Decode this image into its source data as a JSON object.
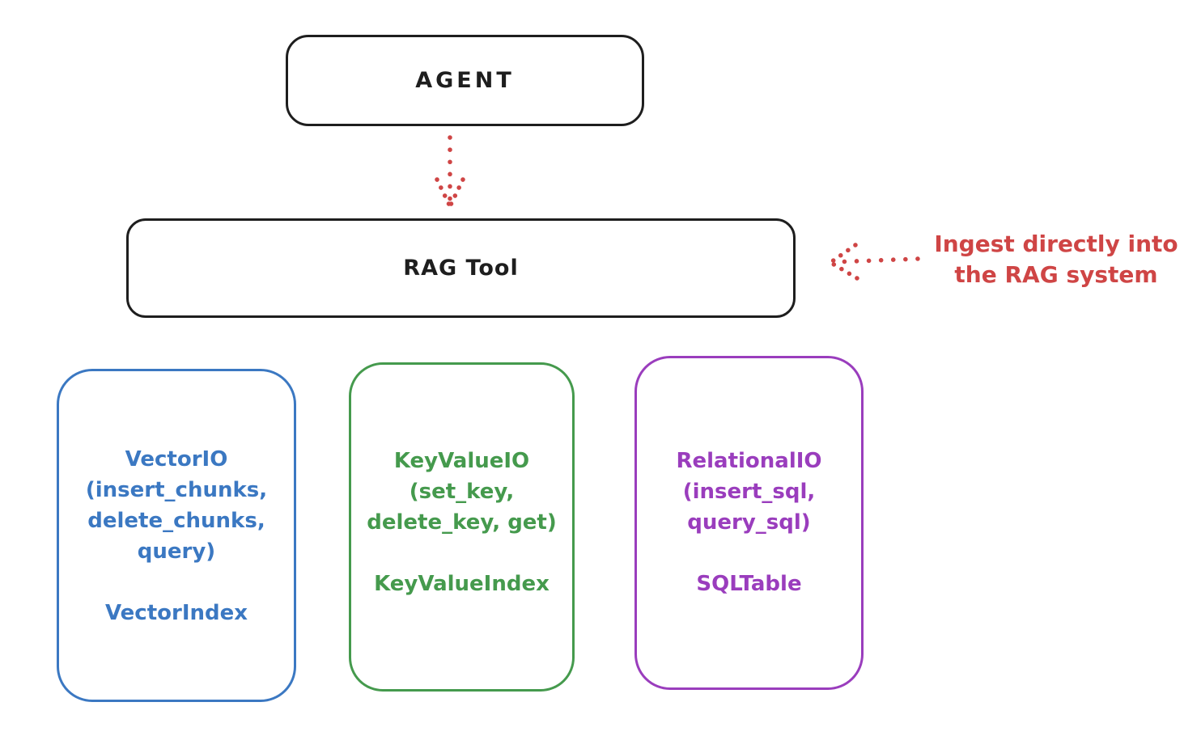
{
  "diagram": {
    "title_hint": "RAG Tool architecture sketch",
    "colors": {
      "bg": "#ffffff",
      "ink": "#1e1e1e",
      "red": "#cf4545",
      "blue": "#3b78c2",
      "green": "#459a4d",
      "purple": "#9a3dbd"
    },
    "agent_box": {
      "label": "AGENT"
    },
    "rag_tool_box": {
      "label": "RAG Tool"
    },
    "annotation": {
      "line1": "Ingest directly into",
      "line2": "the RAG system"
    },
    "storage_boxes": [
      {
        "id": "vector-io",
        "color": "#3b78c2",
        "lines": [
          "VectorIO",
          "(insert_chunks,",
          "delete_chunks,",
          "query)"
        ],
        "index_label": "VectorIndex"
      },
      {
        "id": "keyvalue-io",
        "color": "#459a4d",
        "lines": [
          "KeyValueIO",
          "(set_key,",
          "delete_key, get)"
        ],
        "index_label": "KeyValueIndex"
      },
      {
        "id": "relational-io",
        "color": "#9a3dbd",
        "lines": [
          "RelationalIO",
          "(insert_sql,",
          "query_sql)"
        ],
        "index_label": "SQLTable"
      }
    ]
  }
}
